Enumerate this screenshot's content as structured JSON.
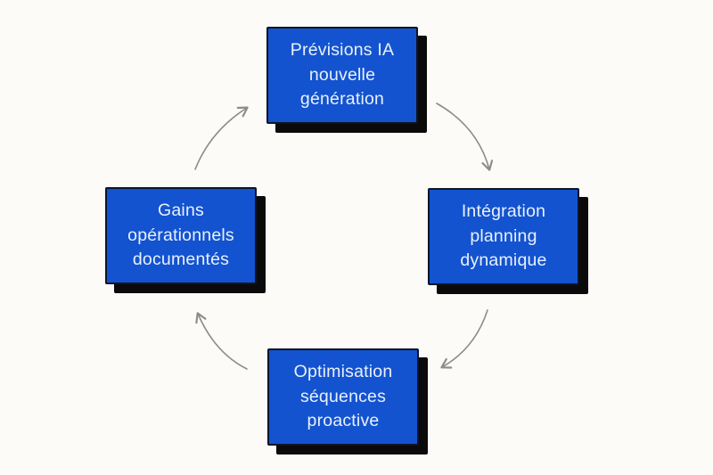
{
  "diagram": {
    "type": "cycle",
    "direction": "clockwise",
    "nodes": [
      {
        "id": "previsions-ia",
        "position": "top",
        "label": "Prévisions IA\nnouvelle\ngénération"
      },
      {
        "id": "integration-planning",
        "position": "right",
        "label": "Intégration\nplanning\ndynamique"
      },
      {
        "id": "optimisation-sequences",
        "position": "bottom",
        "label": "Optimisation\nséquences\nproactive"
      },
      {
        "id": "gains-operationnels",
        "position": "left",
        "label": "Gains\nopérationnels\ndocumentés"
      }
    ],
    "connections": [
      {
        "from": "previsions-ia",
        "to": "integration-planning"
      },
      {
        "from": "integration-planning",
        "to": "optimisation-sequences"
      },
      {
        "from": "optimisation-sequences",
        "to": "gains-operationnels"
      },
      {
        "from": "gains-operationnels",
        "to": "previsions-ia"
      }
    ]
  },
  "colors": {
    "node-fill": "#1453cf",
    "node-border": "#0d1526",
    "node-shadow": "#0a0a0a",
    "node-text": "#e8f1fc",
    "arrow-color": "#8c8c8c",
    "page-bg": "#fcfbf8"
  }
}
